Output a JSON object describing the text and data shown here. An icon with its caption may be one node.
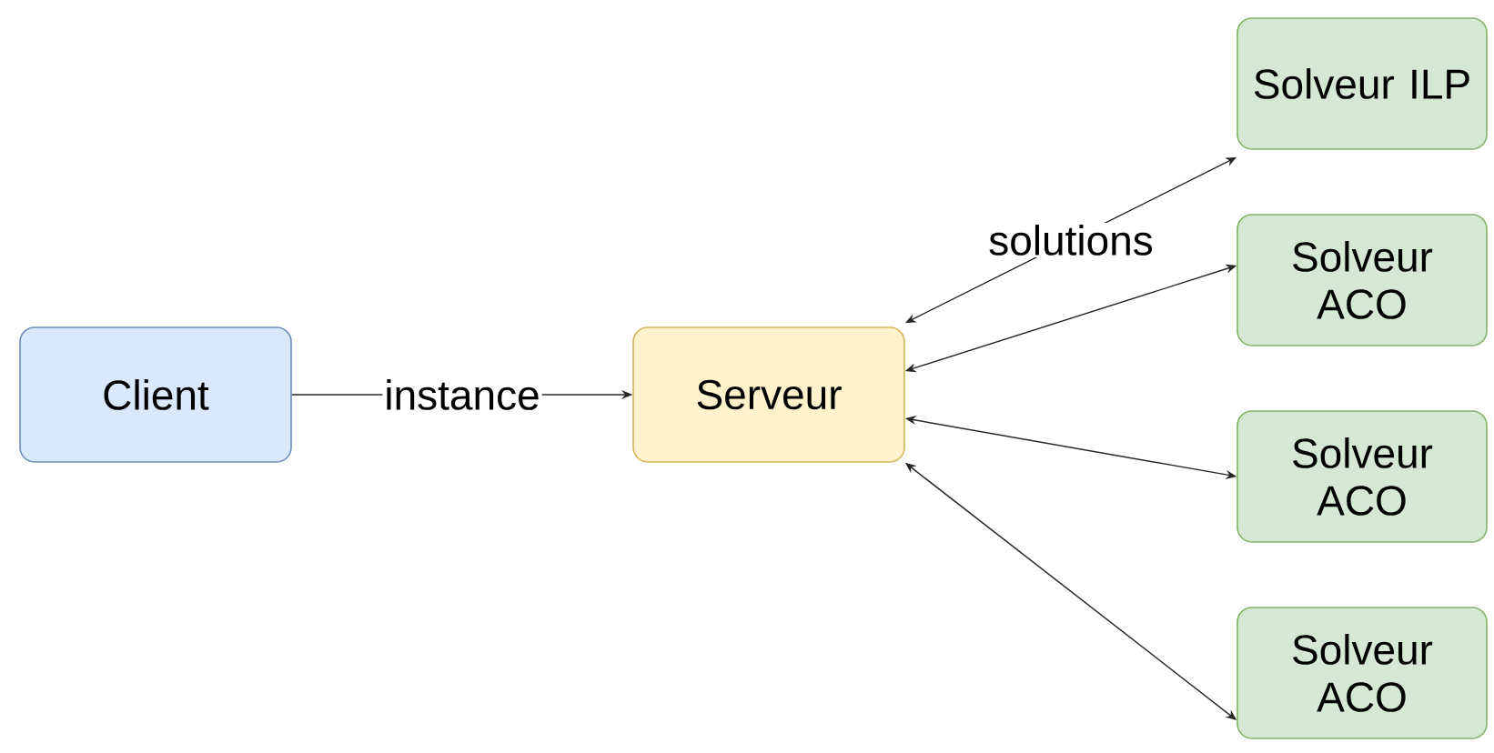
{
  "diagram": {
    "nodes": [
      {
        "text": [
          "Client"
        ]
      },
      {
        "text": [
          "Serveur"
        ]
      },
      {
        "text": [
          "Solveur ILP"
        ]
      },
      {
        "text": [
          "Solveur ACO"
        ]
      },
      {
        "text": [
          "Solveur ACO"
        ]
      },
      {
        "text": [
          "Solveur ACO"
        ]
      }
    ],
    "edges": [
      {
        "from": 0,
        "to": 1,
        "arrow": "to",
        "label": "instance"
      },
      {
        "from": 1,
        "to": 2,
        "arrow": "both",
        "label": "solutions"
      },
      {
        "from": 1,
        "to": 3,
        "arrow": "both"
      },
      {
        "from": 1,
        "to": 4,
        "arrow": "both"
      },
      {
        "from": 1,
        "to": 5,
        "arrow": "both"
      }
    ]
  }
}
